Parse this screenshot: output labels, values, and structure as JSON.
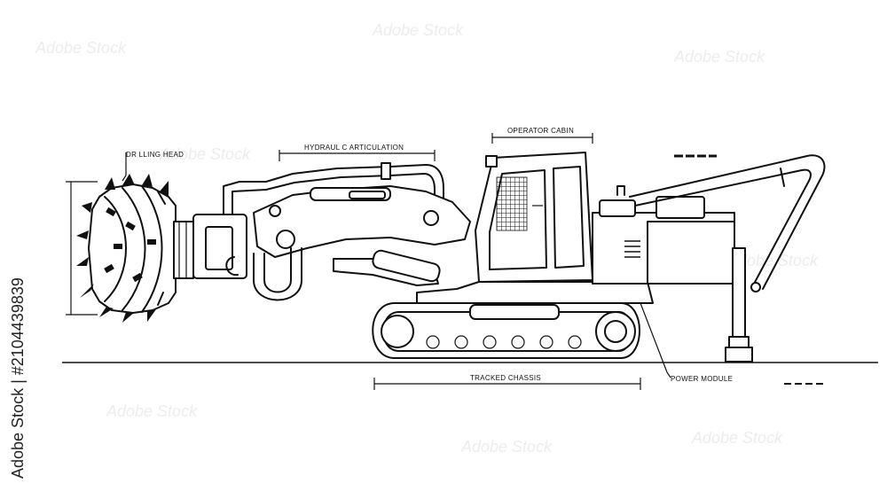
{
  "labels": {
    "drilling_head": "DR LLING HEAD",
    "hydraulic_articulation": "HYDRAUL C ARTICULATION",
    "operator_cabin": "OPERATOR CABIN",
    "tracked_chassis": "TRACKED CHASSIS",
    "power_module": "POWER MODULE"
  },
  "stock_id": "Adobe Stock | #2104439839",
  "watermark_text": "Adobe Stock",
  "colors": {
    "line": "#111111",
    "background": "#ffffff",
    "watermark": "#d9d9d9"
  }
}
